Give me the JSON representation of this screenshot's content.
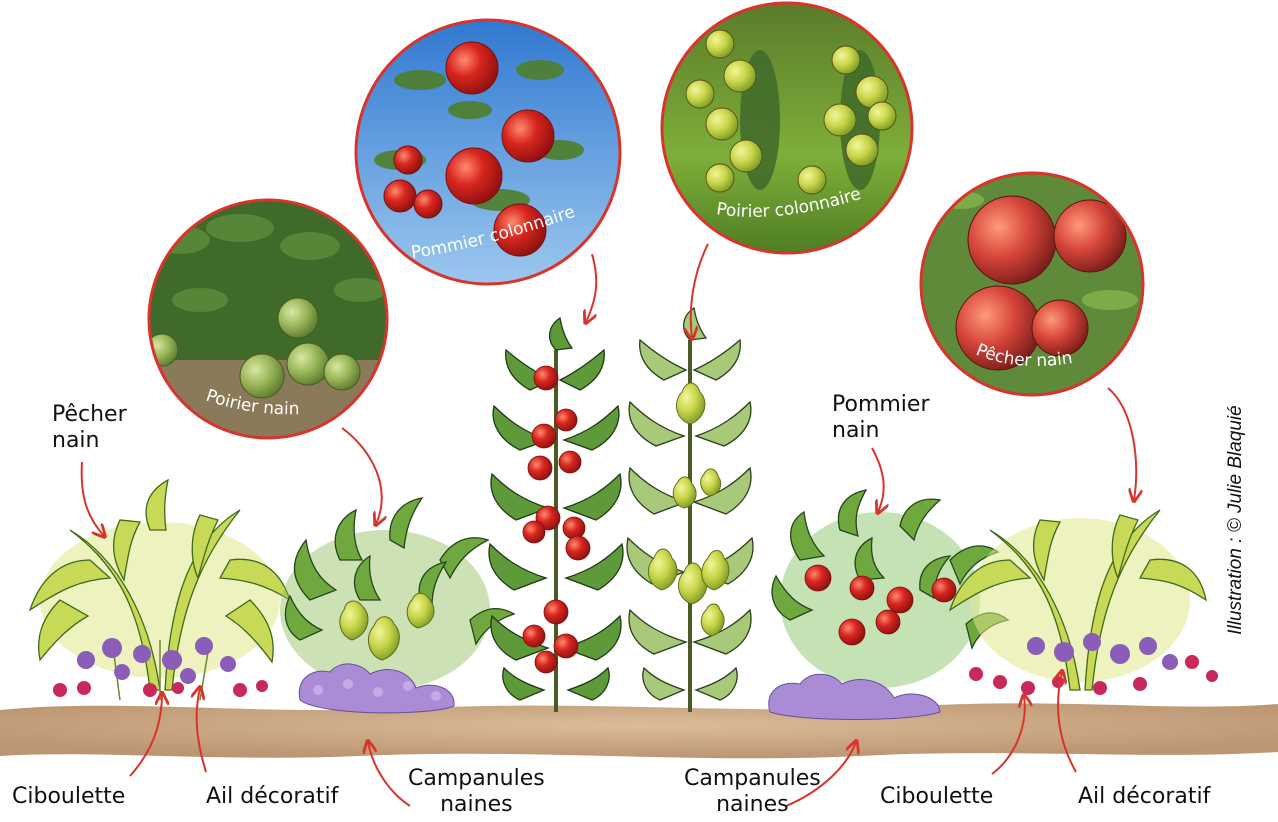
{
  "labels": {
    "peach_dwarf_left": "Pêcher\nnain",
    "apple_dwarf_right": "Pommier\nnain",
    "ciboulette_left": "Ciboulette",
    "ail_left": "Ail décoratif",
    "campanules_left": "Campanules\nnaines",
    "campanules_right": "Campanules\nnaines",
    "ciboulette_right": "Ciboulette",
    "ail_right": "Ail décoratif"
  },
  "circles": {
    "poirier_nain": "Poirier nain",
    "pommier_colonnaire": "Pommier colonnaire",
    "poirier_colonnaire": "Poirier colonnaire",
    "pecher_nain": "Pêcher nain"
  },
  "credit": "Illustration : ©  Julie Blaquié",
  "colors": {
    "arrow": "#d9342b",
    "circle_border": "#d9342b",
    "ground": "#c9a27a",
    "apple": "#d7261e",
    "pear": "#c9d64a",
    "foliage_light": "#c7d957",
    "foliage_dark": "#3d8a3a",
    "campanula": "#a98bd6",
    "allium": "#8b5db8",
    "tulip": "#c8285a"
  }
}
